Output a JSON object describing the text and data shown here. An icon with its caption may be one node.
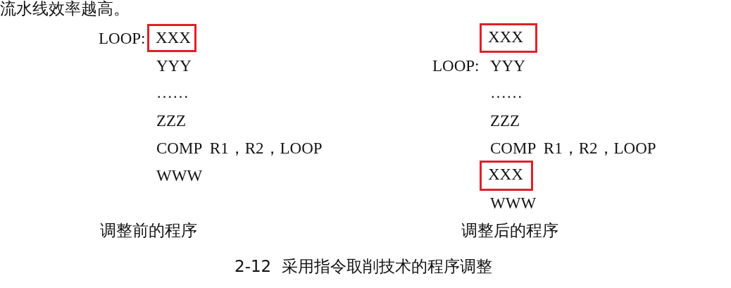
{
  "diagram": {
    "caption": "2-12  采用指令取削技术的程序调整",
    "nodes": [
      {
        "text": [
          "XXX"
        ]
      },
      {
        "text": [
          "XXX"
        ]
      },
      {
        "text": [
          "XXX"
        ]
      }
    ],
    "labels": [
      "流水线效率越高。",
      "LOOP:",
      "YYY",
      "LOOP:",
      "YYY",
      "……",
      "……",
      "ZZZ",
      "ZZZ",
      "COMP  R1，R2，LOOP",
      "COMP  R1，R2，LOOP",
      "WWW",
      "WWW",
      "调整前的程序",
      "调整后的程序"
    ]
  }
}
